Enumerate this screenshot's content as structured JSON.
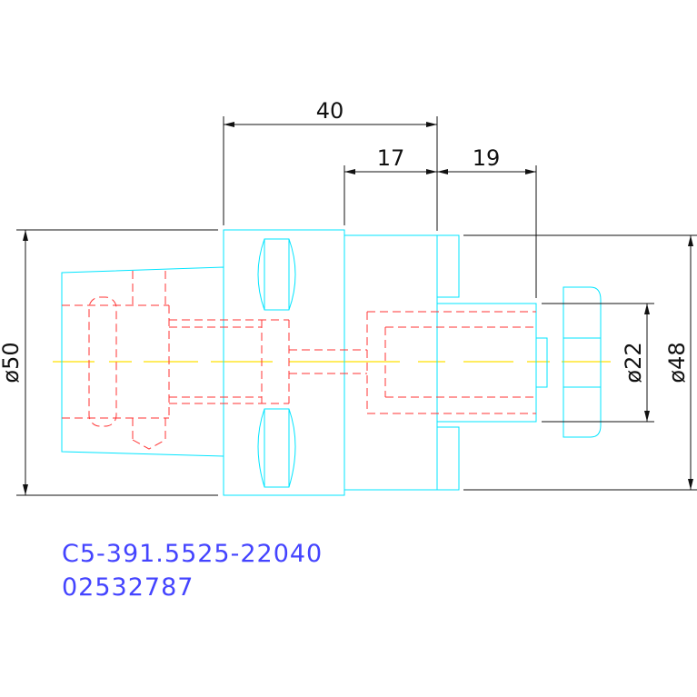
{
  "dimensions": {
    "length_total": "40",
    "length_mid": "17",
    "length_shank": "19",
    "dia_flange": "ø50",
    "dia_shank": "ø22",
    "dia_body": "ø48"
  },
  "title_block": {
    "line1": "C5-391.5525-22040",
    "line2": "02532787"
  },
  "colors": {
    "outline": "#00e5ff",
    "hidden": "#ff3333",
    "centerline": "#ffe000",
    "dimension": "#111111",
    "text": "#4444ff"
  }
}
